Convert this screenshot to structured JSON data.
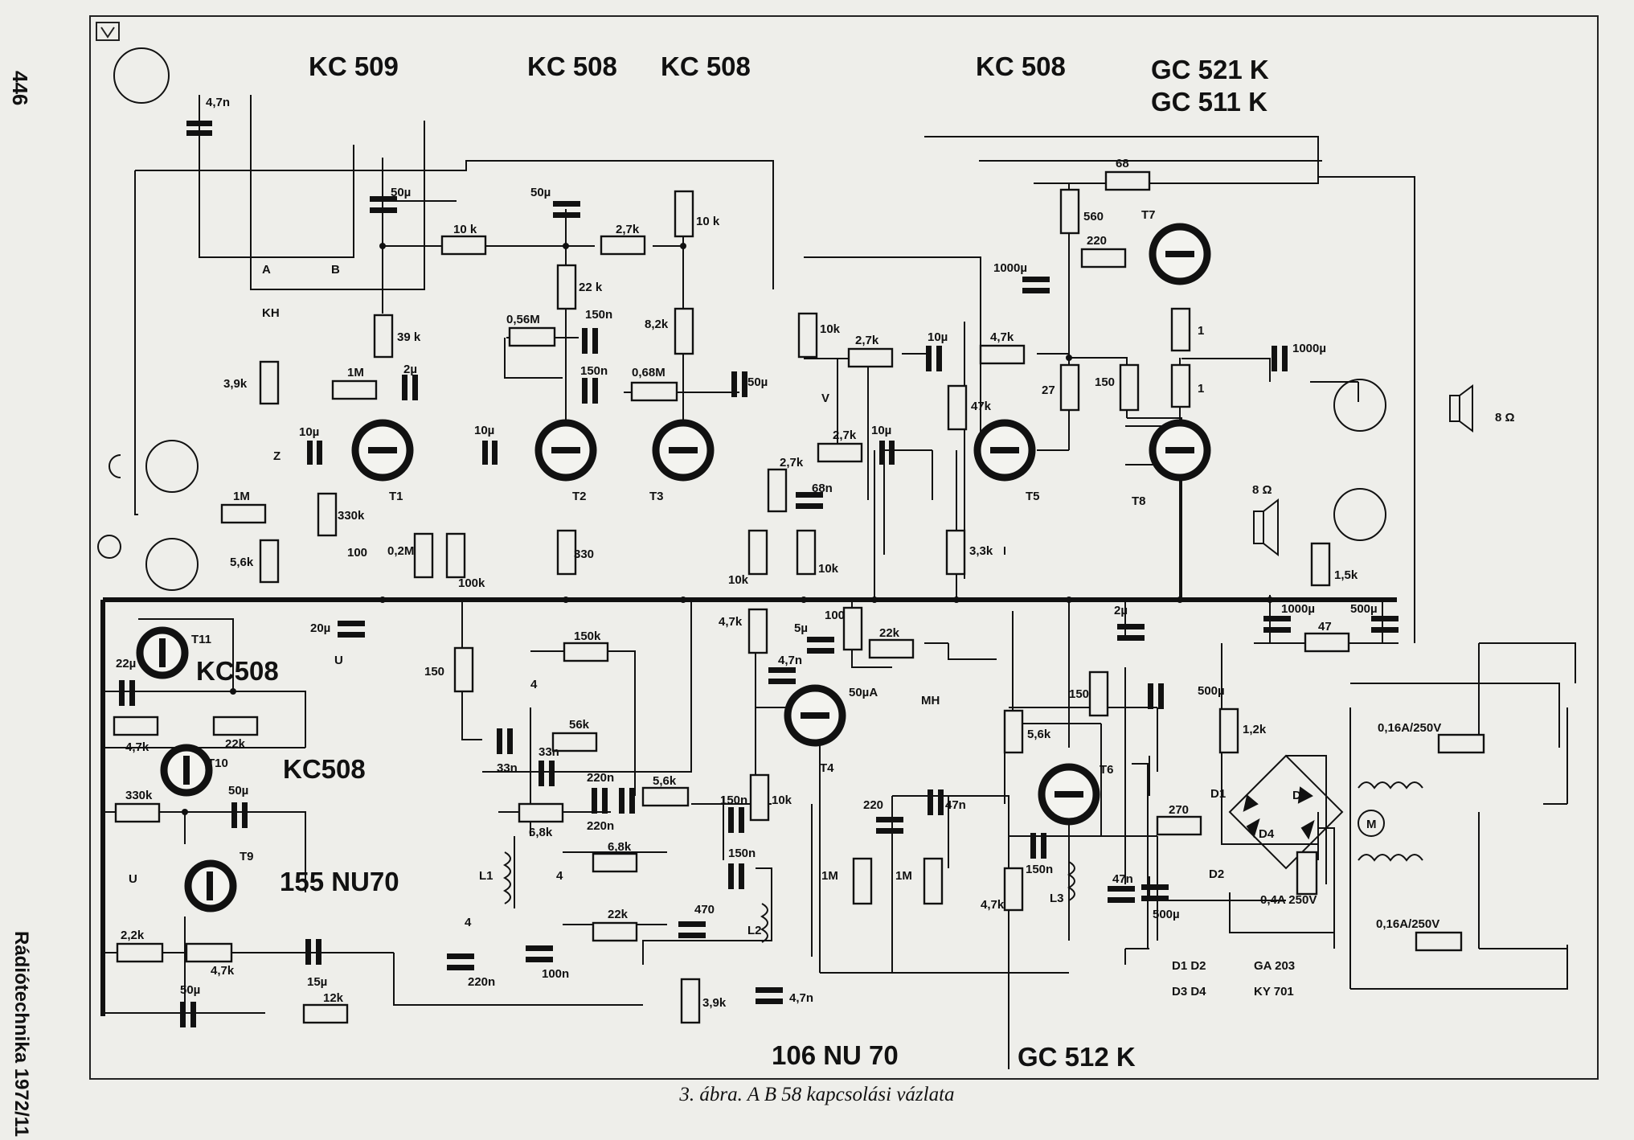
{
  "page_number": "446",
  "journal": "Rádiótechnika 1972/11",
  "caption": "3. ábra. A B 58 kapcsolási vázlata",
  "headings": {
    "kc509": "KC 509",
    "kc508_a": "KC 508",
    "kc508_b": "KC 508",
    "kc508_c": "KC 508",
    "gc521k": "GC 521 K",
    "gc511k": "GC 511 K",
    "kc508_t11": "KC508",
    "kc508_t10": "KC508",
    "nu155": "155 NU70",
    "nu106": "106 NU 70",
    "gc512k": "GC 512 K"
  },
  "transistors": [
    "T1",
    "T2",
    "T3",
    "T4",
    "T5",
    "T6",
    "T7",
    "T8",
    "T9",
    "T10",
    "T11"
  ],
  "resistors": {
    "r10k_a": "10 k",
    "r27k_a": "2,7k",
    "r10k_b": "10 k",
    "r22k_a": "22 k",
    "r39k": "39 k",
    "r1m_a": "1M",
    "r39k_b": "3,9k",
    "r1m_b": "1M",
    "r56k_a": "5,6k",
    "r330k_a": "330k",
    "r100_a": "100",
    "r02m": "0,2M",
    "r100k": "100k",
    "r056m": "0,56M",
    "r82k": "8,2k",
    "r068m": "0,68M",
    "r330": "330",
    "r10k_c": "10k",
    "r27k_b": "2,7k",
    "r27k_c": "2,7k",
    "r27k_d": "2,7k",
    "r10k_d": "10k",
    "r10k_e": "10k",
    "r560": "560",
    "r220": "220",
    "r68": "68",
    "r47k_a": "4,7k",
    "r47k_b": "47k",
    "r27": "27",
    "r150_a": "150",
    "r1_a": "1",
    "r1_b": "1",
    "r33k": "3,3k",
    "r15k": "1,5k",
    "r47k_c": "4,7k",
    "r100_b": "100",
    "r22k_b": "22k",
    "r150_b": "150",
    "r150k": "150k",
    "r56k_b": "56k",
    "r68k_a": "6,8k",
    "r56k_c": "5,6k",
    "r68k_b": "6,8k",
    "r22k_c": "22k",
    "r39k_c": "3,9k",
    "r10k_f": "10k",
    "r56k_d": "5,6k",
    "r47k_d": "4,7k",
    "r150_c": "150",
    "r270": "270",
    "r12k_a": "1,2k",
    "r47": "47",
    "r47k_e": "4,7k",
    "r22k_d": "22k",
    "r330k_b": "330k",
    "r22k_e": "2,2k",
    "r47k_f": "4,7k",
    "r12k_b": "12k",
    "r1m_c": "1M",
    "r1m_d": "1M"
  },
  "capacitors": {
    "c47n_a": "4,7n",
    "c50u_a": "50µ",
    "c50u_b": "50µ",
    "c2u": "2µ",
    "c10u_a": "10µ",
    "c10u_b": "10µ",
    "c150n_a": "150n",
    "c150n_b": "150n",
    "c50u_c": "50µ",
    "c10u_c": "10µ",
    "c10u_d": "10µ",
    "c68n": "68n",
    "c1000u_a": "1000µ",
    "c1000u_b": "1000µ",
    "c1000u_c": "1000µ",
    "c500u_a": "500µ",
    "c2u_b": "2µ",
    "c500u_b": "500µ",
    "c500u_c": "500µ",
    "c20u": "20µ",
    "c22u": "22µ",
    "c50u_d": "50µ",
    "c15u": "15µ",
    "c50u_e": "50µ",
    "c33n_a": "33n",
    "c33n_b": "33n",
    "c220n_a": "220n",
    "c220n_b": "220n",
    "c220n_c": "220n",
    "c100n": "100n",
    "c150n_c": "150n",
    "c150n_d": "150n",
    "c470": "470",
    "c47n_b": "4,7n",
    "c5u": "5µ",
    "c47n_c": "4,7n",
    "c220": "220",
    "c47n_d": "47n",
    "c150n_e": "150n",
    "c47n_e": "47n",
    "c50uA": "50µA"
  },
  "misc_labels": {
    "speaker": "8 Ω",
    "speaker2": "8 Ω",
    "kh": "KH",
    "mh": "MH",
    "m": "M",
    "fuse1": "0,16A/250V",
    "fuse2": "0,16A/250V",
    "fuse3": "0,4A 250V",
    "sw_a": "A",
    "sw_b": "B",
    "sw_z": "Z",
    "sw_v": "V",
    "sw_u": "U",
    "l1": "L1",
    "l2": "L2",
    "l3": "L3",
    "d1": "D1",
    "d2": "D2",
    "d3": "D3",
    "d4": "D4",
    "u_lbl": "U",
    "four_a": "4",
    "four_b": "4",
    "four_c": "4"
  },
  "diode_table": [
    {
      "diodes": "D1 D2",
      "type": "GA 203"
    },
    {
      "diodes": "D3 D4",
      "type": "KY 701"
    }
  ],
  "colors": {
    "ink": "#111111",
    "paper": "#eeeeea"
  }
}
